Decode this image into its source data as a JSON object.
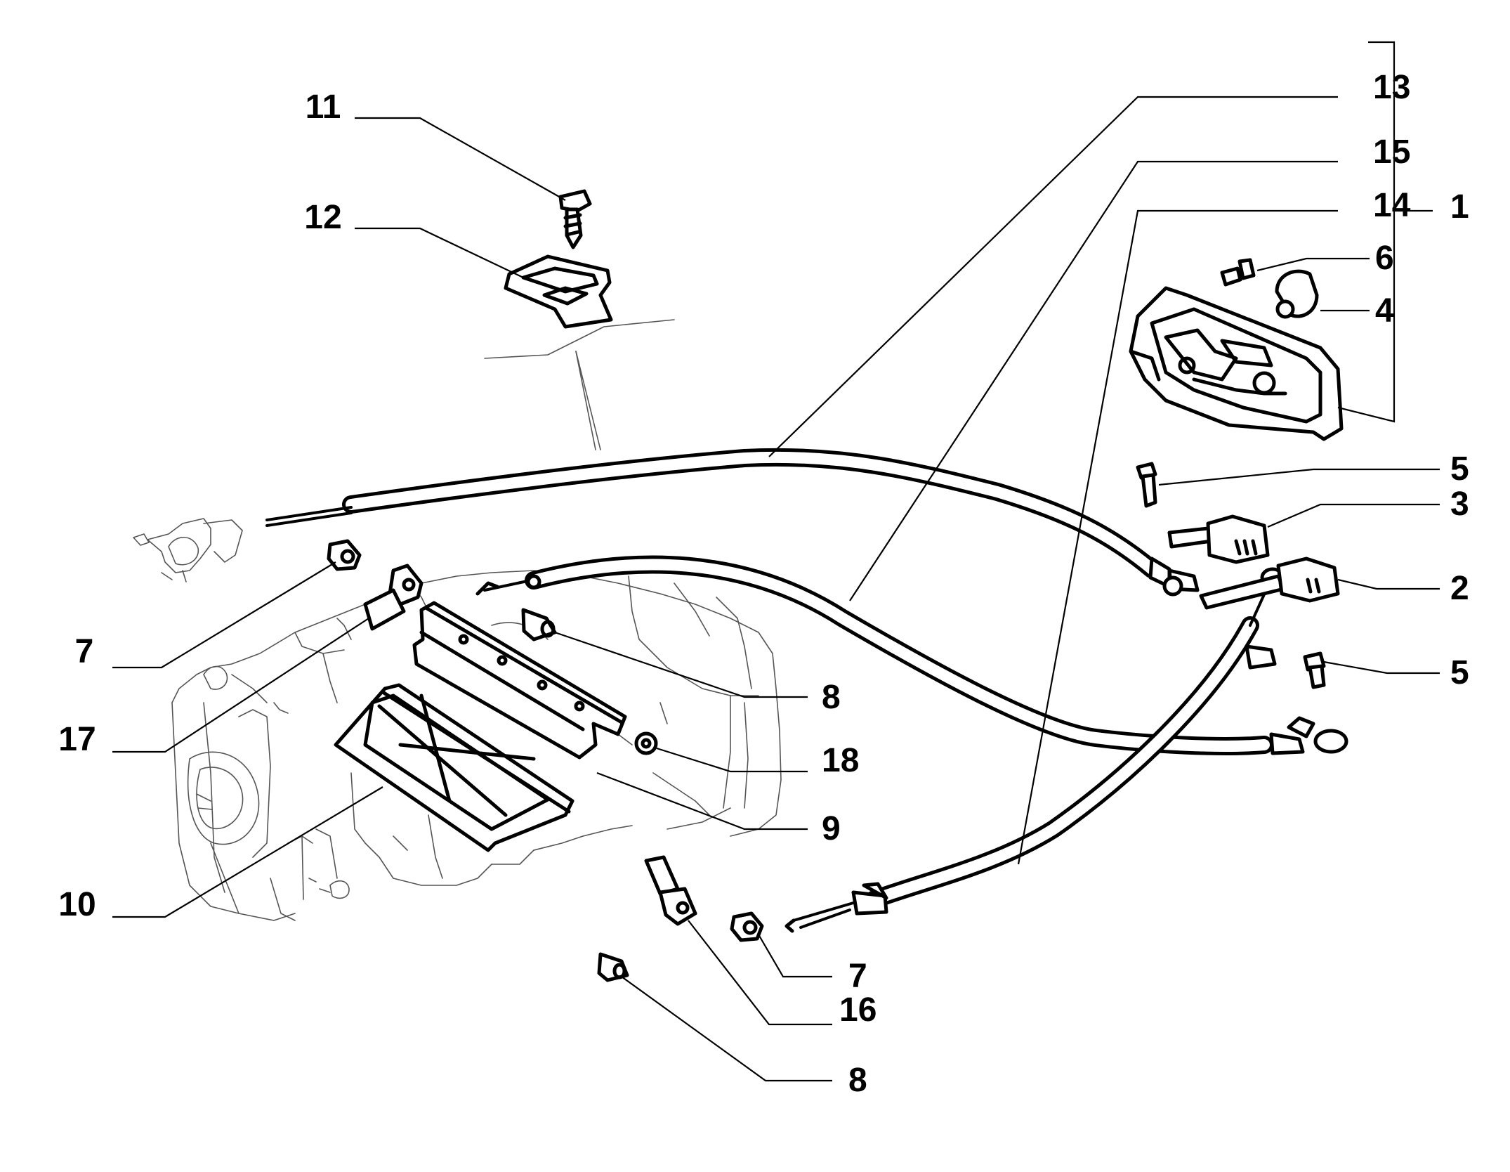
{
  "diagram": {
    "callouts": [
      {
        "label": "1"
      },
      {
        "label": "2"
      },
      {
        "label": "3"
      },
      {
        "label": "4"
      },
      {
        "label": "5"
      },
      {
        "label": "5"
      },
      {
        "label": "6"
      },
      {
        "label": "7"
      },
      {
        "label": "7"
      },
      {
        "label": "8"
      },
      {
        "label": "8"
      },
      {
        "label": "9"
      },
      {
        "label": "10"
      },
      {
        "label": "11"
      },
      {
        "label": "12"
      },
      {
        "label": "13"
      },
      {
        "label": "14"
      },
      {
        "label": "15"
      },
      {
        "label": "16"
      },
      {
        "label": "17"
      },
      {
        "label": "18"
      }
    ]
  }
}
